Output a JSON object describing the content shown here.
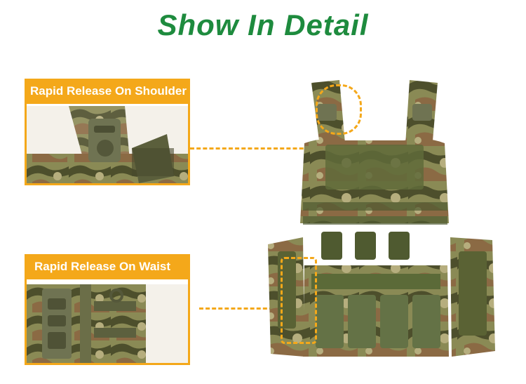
{
  "title": "Show In Detail",
  "colors": {
    "title": "#1e8b3e",
    "accent": "#f4a81a",
    "camo_base": "#8a8a55",
    "camo_dark": "#4d4f2c",
    "camo_brown": "#8b6a44",
    "camo_light": "#b6ae7e",
    "buckle": "#6f7352"
  },
  "callouts": {
    "shoulder": {
      "label": "Rapid Release On Shoulder"
    },
    "waist": {
      "label": "Rapid Release On Waist"
    }
  },
  "images": {
    "main": "tactical-vest-front",
    "shoulder_detail": "shoulder-buckle-closeup",
    "waist_detail": "waist-buckle-closeup"
  }
}
